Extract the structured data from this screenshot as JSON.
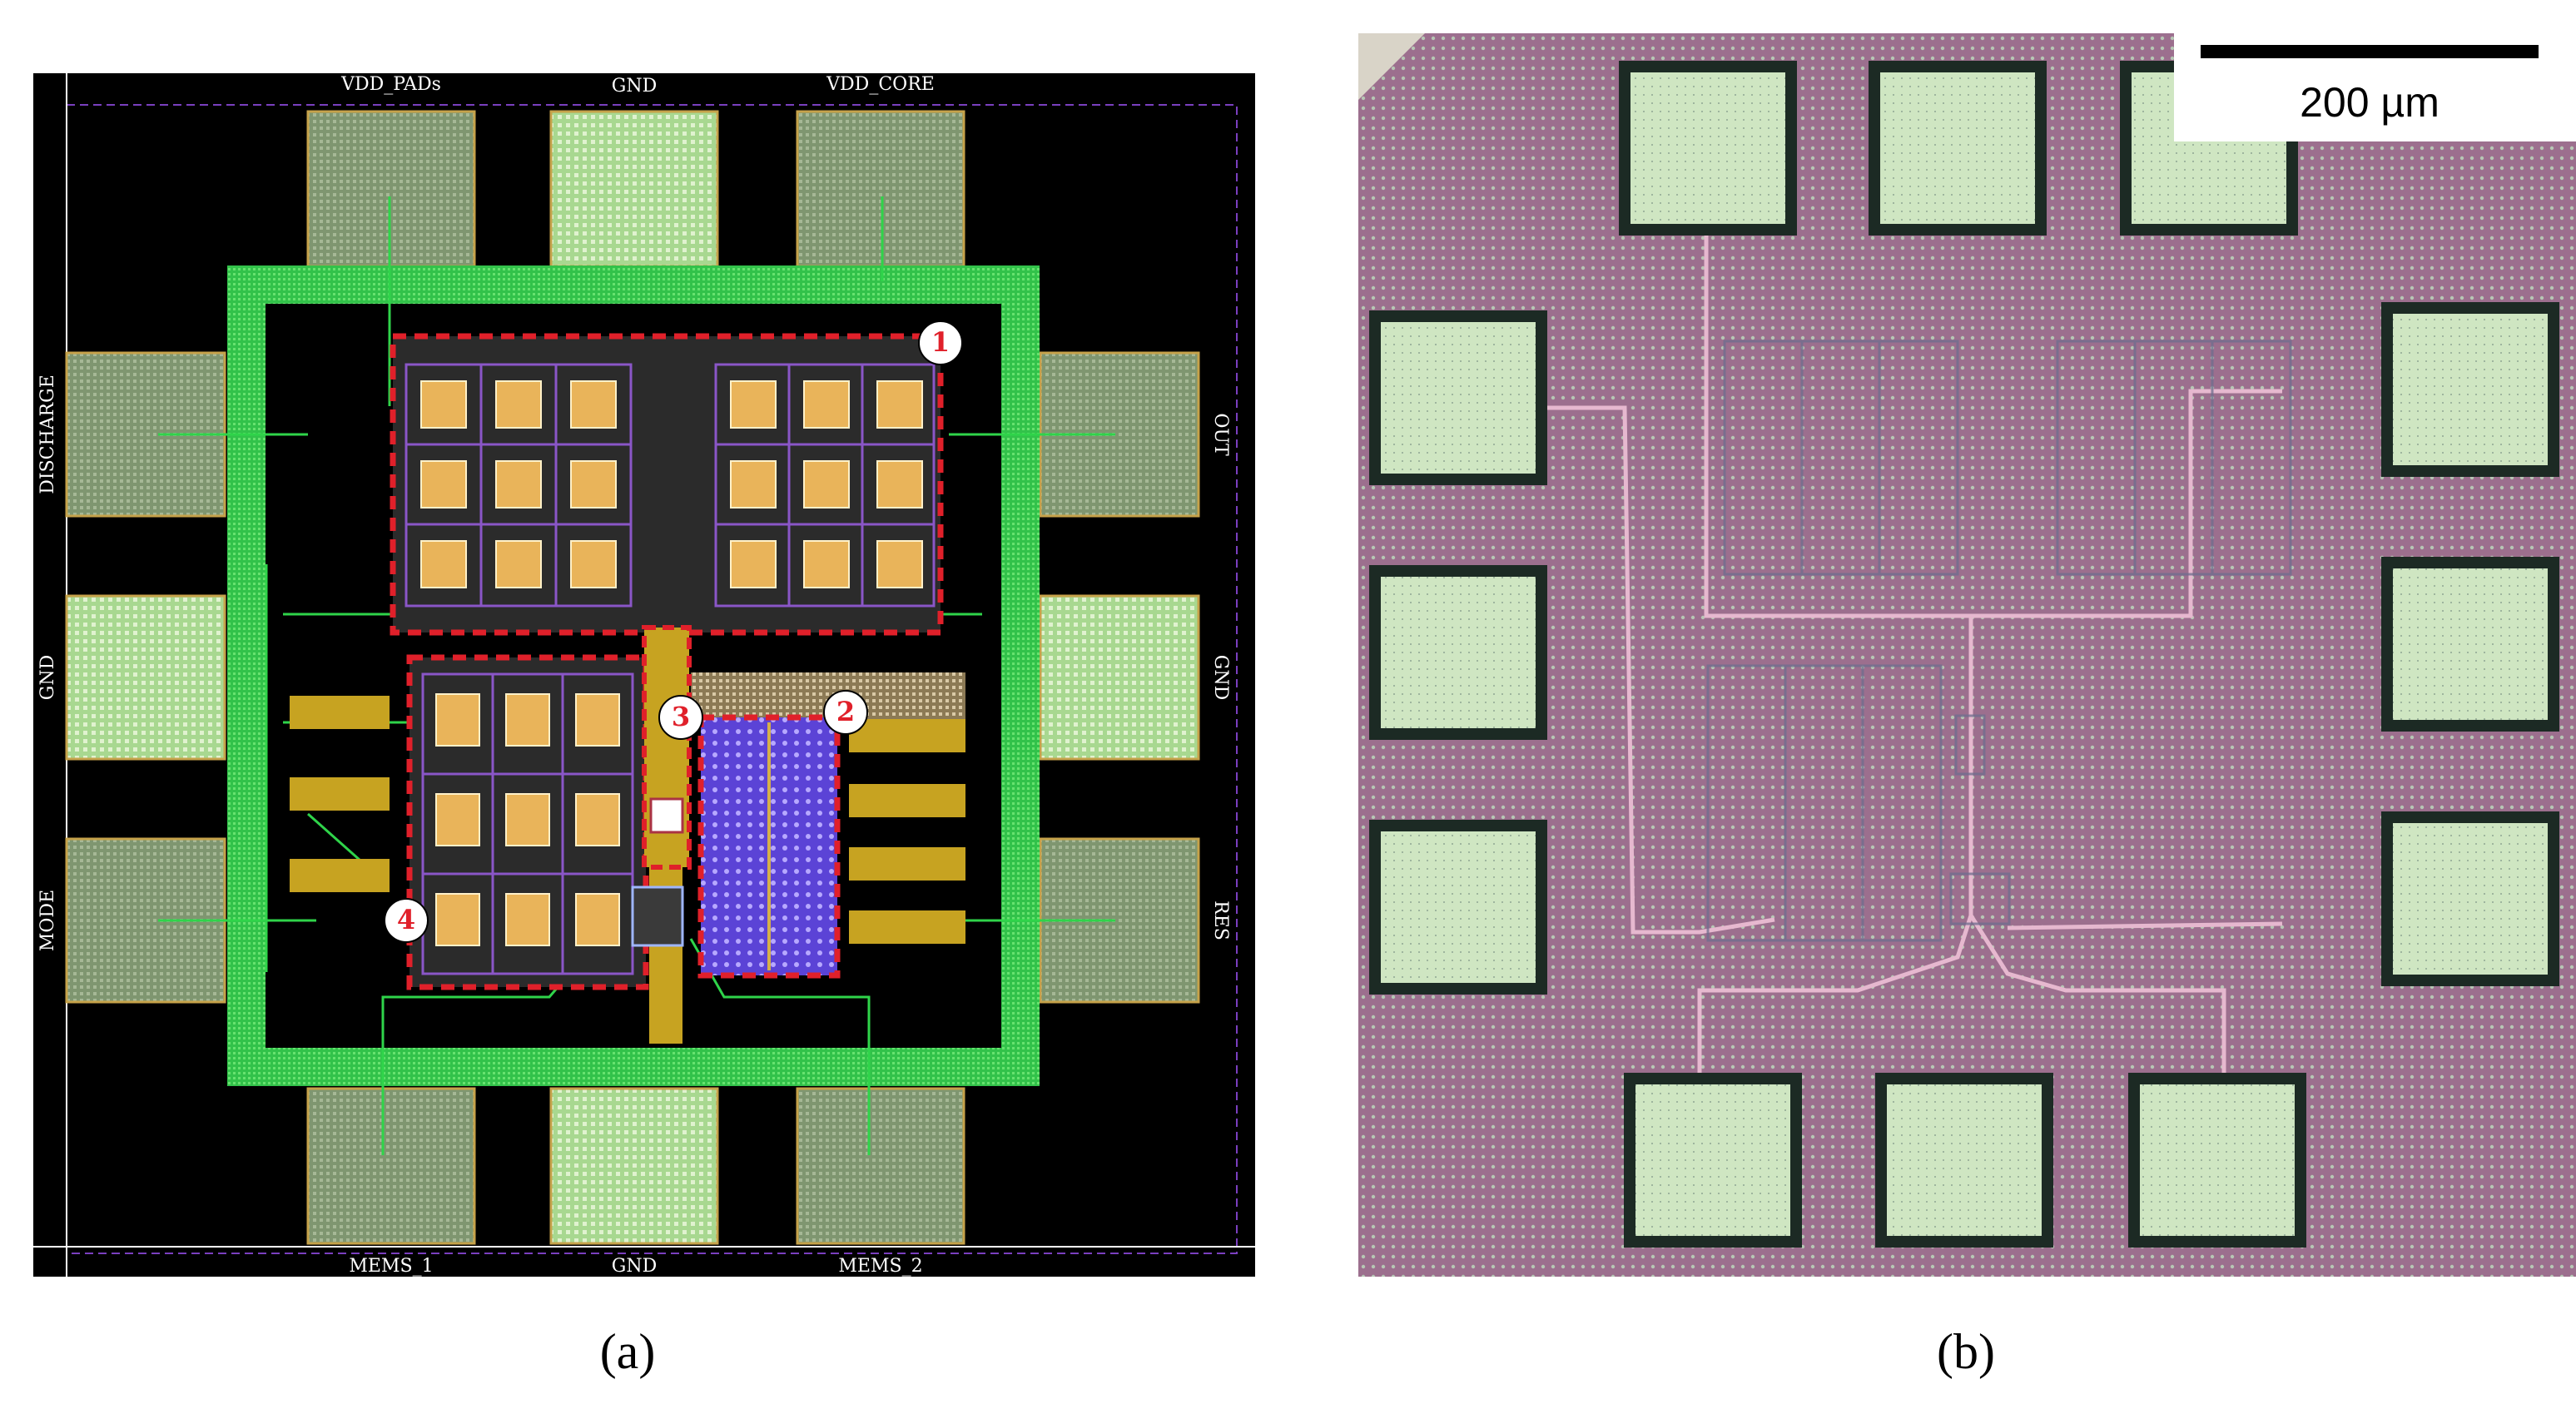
{
  "panel_a": {
    "pad_labels": {
      "top": [
        "VDD_PADs",
        "GND",
        "VDD_CORE"
      ],
      "bottom": [
        "MEMS_1",
        "GND",
        "MEMS_2"
      ],
      "left": [
        "DISCHARGE",
        "GND",
        "MODE"
      ],
      "right": [
        "OUT",
        "GND",
        "RES"
      ]
    },
    "region_markers": [
      "1",
      "2",
      "3",
      "4"
    ],
    "colors": {
      "background": "#000000",
      "guard_ring": "#39d353",
      "pad": "#8fa57c",
      "pad_gnd": "#b8e0a0",
      "metal": "#c9a227",
      "marker_outline": "#e0202a",
      "capacitor": "#6a4fd8"
    }
  },
  "panel_b": {
    "scale_bar_label": "200 µm",
    "colors": {
      "die": "#9a6f8c",
      "pad": "#cfe6c2",
      "pad_border": "#1c2a24",
      "trace": "#e6b8cf"
    }
  },
  "captions": {
    "a": "(a)",
    "b": "(b)"
  }
}
